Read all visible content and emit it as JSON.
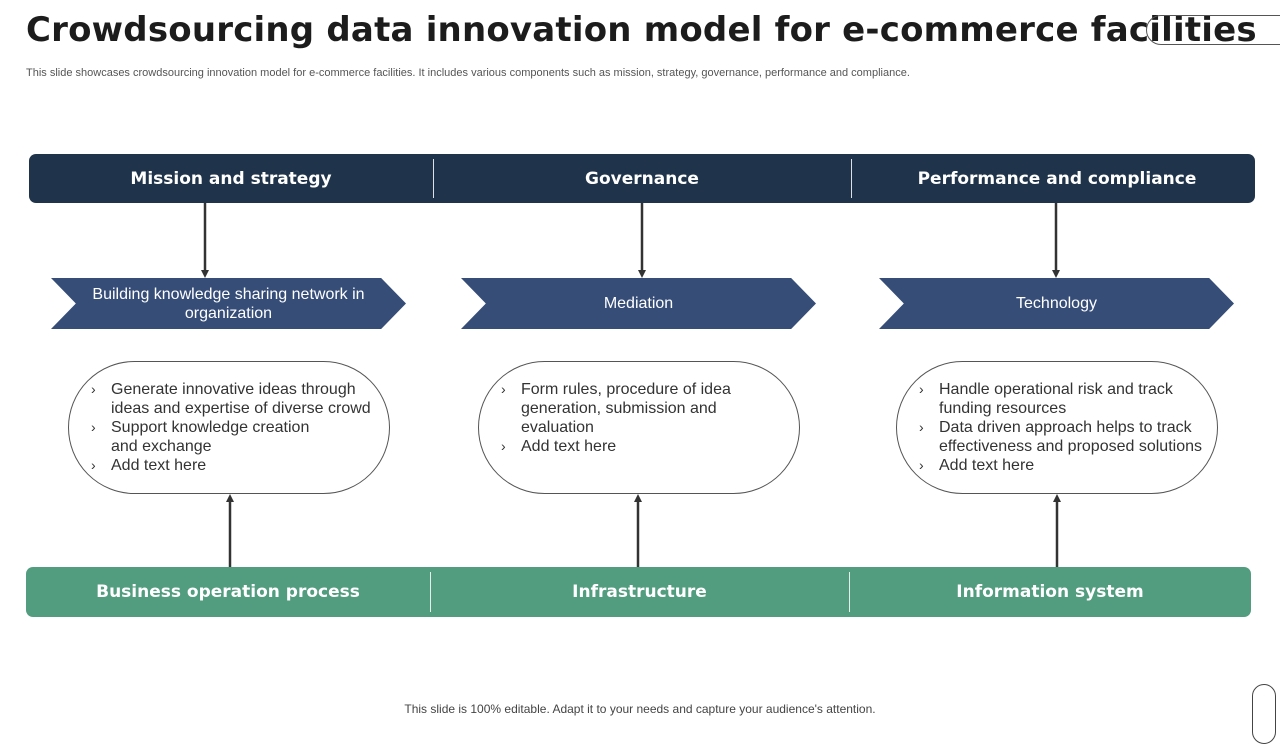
{
  "header": {
    "title": "Crowdsourcing data innovation model for e-commerce facilities",
    "subtitle": "This slide showcases crowdsourcing innovation model for e-commerce facilities. It includes various components such as mission, strategy, governance, performance and compliance."
  },
  "top_bar": [
    "Mission and strategy",
    "Governance",
    "Performance and compliance"
  ],
  "chevrons": [
    "Building knowledge sharing network in organization",
    "Mediation",
    "Technology"
  ],
  "bubbles": [
    [
      "Generate innovative ideas through ideas and expertise of diverse crowd",
      "Support knowledge creation and exchange",
      "Add text here"
    ],
    [
      "Form rules, procedure of idea generation, submission and evaluation",
      "Add text here"
    ],
    [
      "Handle operational risk and track funding resources",
      "Data driven approach helps  to track effectiveness and proposed solutions",
      "Add text here"
    ]
  ],
  "bottom_bar": [
    "Business operation process",
    "Infrastructure",
    "Information system"
  ],
  "footer": "This slide is 100% editable. Adapt it to your needs and capture your audience's attention.",
  "colors": {
    "top_bar": "#1f334a",
    "chevron": "#364d78",
    "bottom_bar": "#529c7f"
  }
}
